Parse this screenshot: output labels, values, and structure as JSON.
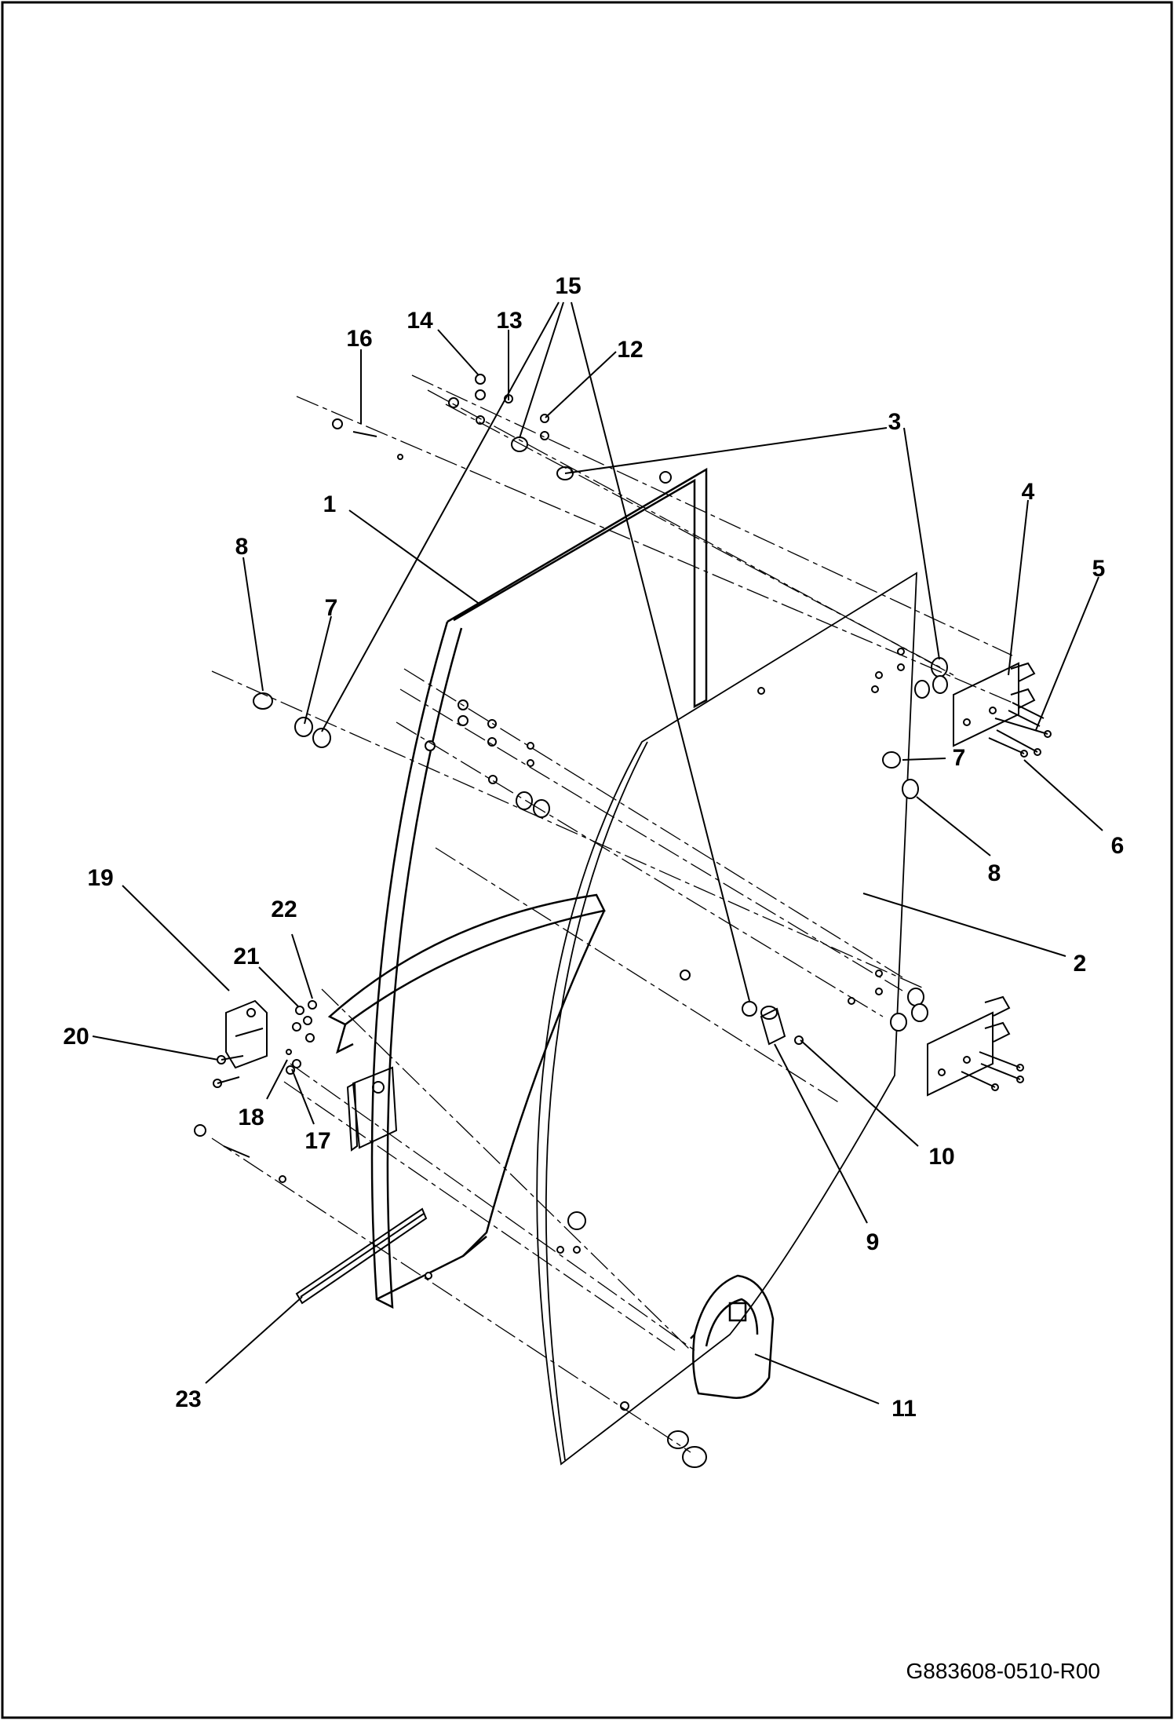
{
  "drawing": {
    "document_number": "G883608-0510-R00",
    "callouts": [
      "1",
      "2",
      "3",
      "4",
      "5",
      "6",
      "7",
      "8",
      "9",
      "10",
      "11",
      "12",
      "13",
      "14",
      "15",
      "16",
      "17",
      "18",
      "19",
      "20",
      "21",
      "22",
      "23"
    ],
    "line_color": "#000000",
    "background": "#ffffff"
  }
}
